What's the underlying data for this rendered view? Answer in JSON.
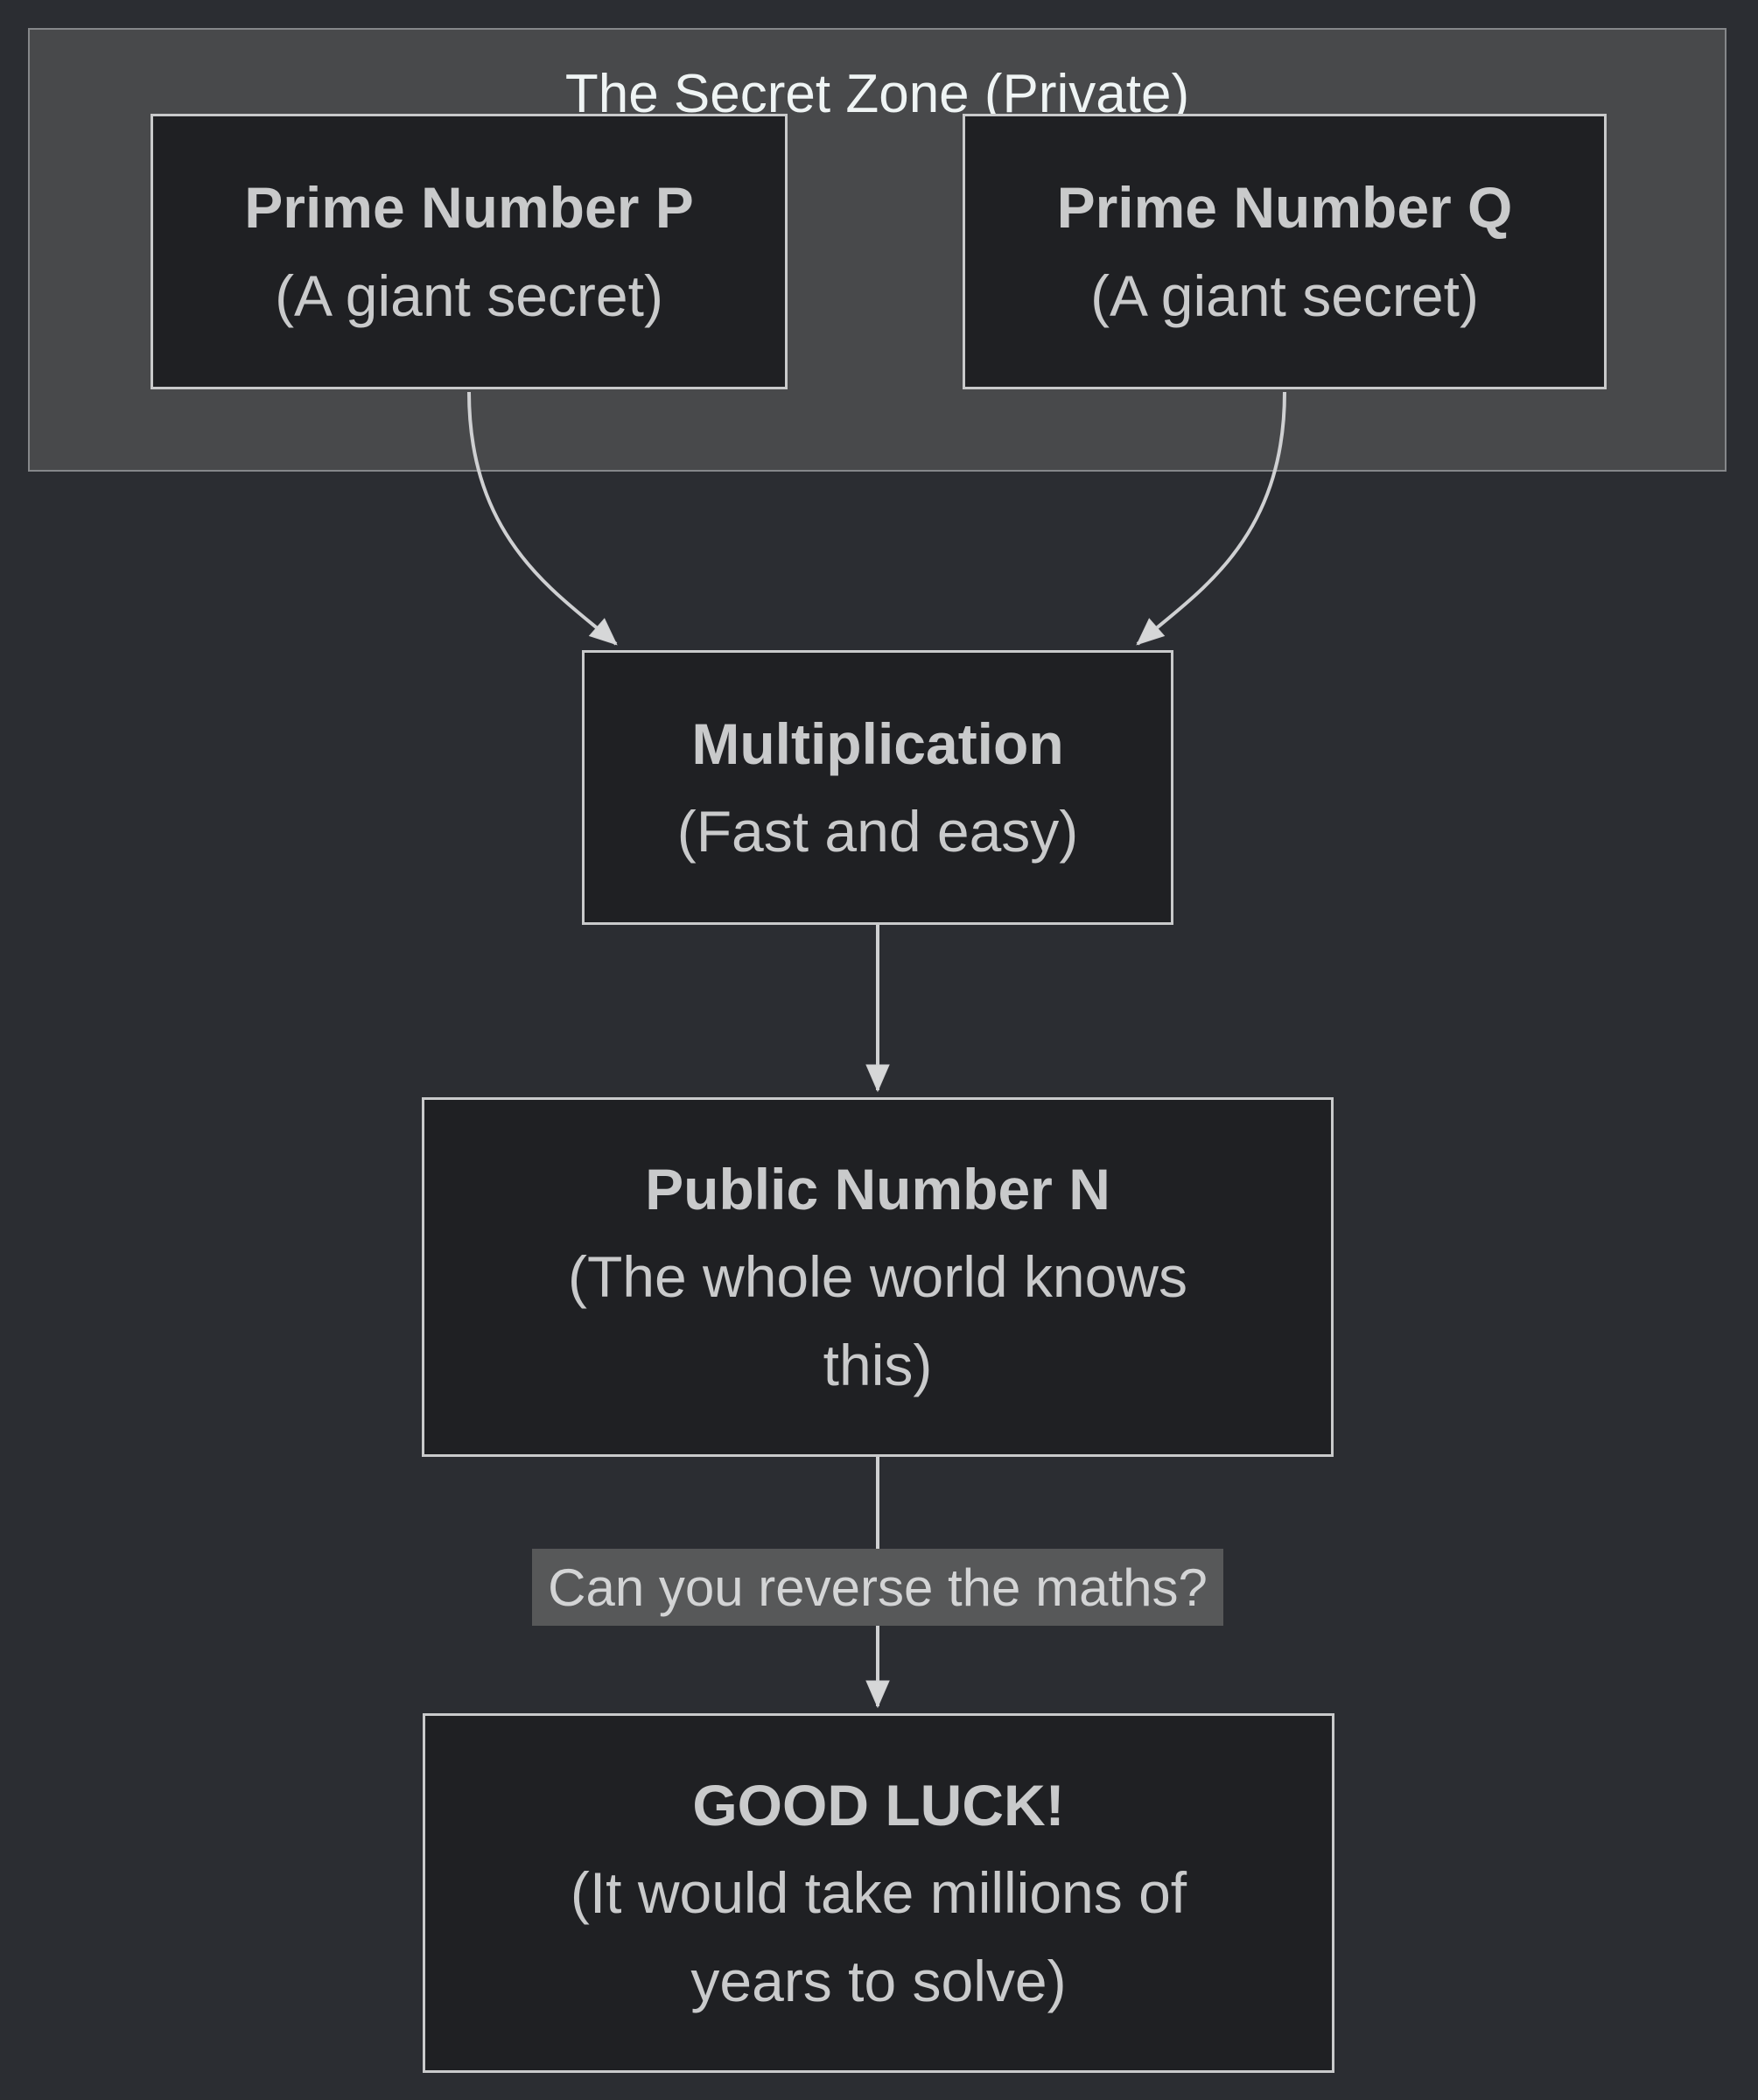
{
  "diagram": {
    "zone": {
      "title": "The Secret Zone (Private)"
    },
    "nodes": {
      "prime_p": {
        "title": "Prime Number P",
        "subtitle": "(A giant secret)"
      },
      "prime_q": {
        "title": "Prime Number Q",
        "subtitle": "(A giant secret)"
      },
      "multiplication": {
        "title": "Multiplication",
        "subtitle": "(Fast and easy)"
      },
      "public_n": {
        "title": "Public Number N",
        "subtitle": "(The whole world knows this)"
      },
      "good_luck": {
        "title": "GOOD LUCK!",
        "subtitle": "(It would take millions of years to solve)"
      }
    },
    "edge_label": "Can you reverse the maths?",
    "colors": {
      "background": "#2B2D32",
      "zone_fill": "#48494B",
      "zone_border": "#85878A",
      "node_fill": "#1F2023",
      "node_border": "#C9CACB",
      "node_text": "#C9CACB",
      "zone_title_text": "#EFF4F4",
      "edge_stroke": "#CFD0D2",
      "arrowhead_fill": "#D6D7D8",
      "edge_label_bg": "#575859",
      "edge_label_text": "#D3D4D5"
    }
  }
}
